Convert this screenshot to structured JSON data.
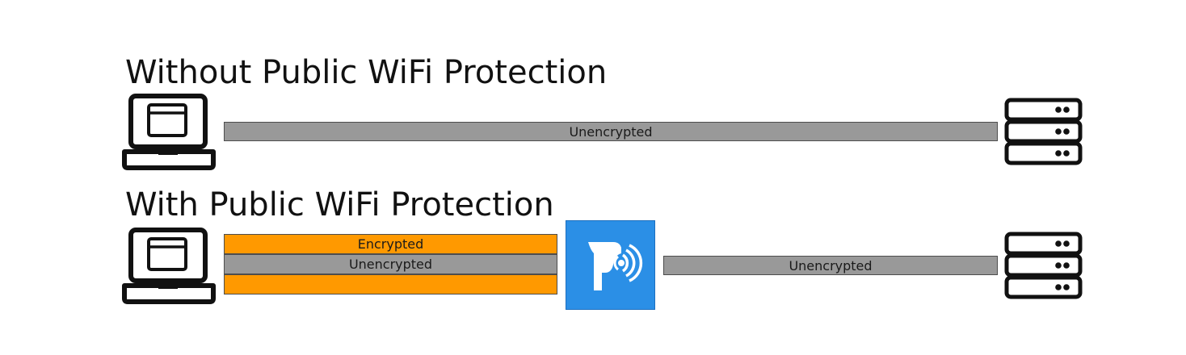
{
  "sections": {
    "without": {
      "title": "Without Public WiFi Protection",
      "connection_label": "Unencrypted"
    },
    "with": {
      "title": "With Public WiFi Protection",
      "tunnel_outer_label": "Encrypted",
      "tunnel_inner_label": "Unencrypted",
      "after_vpn_label": "Unencrypted"
    }
  },
  "icons": {
    "client": "laptop-icon",
    "destination": "server-icon",
    "vpn": "public-wifi-protection-logo-icon"
  },
  "colors": {
    "unencrypted": "#999999",
    "encrypted": "#ff9900",
    "vpn_brand": "#2b8fe6",
    "outline": "#111111"
  }
}
